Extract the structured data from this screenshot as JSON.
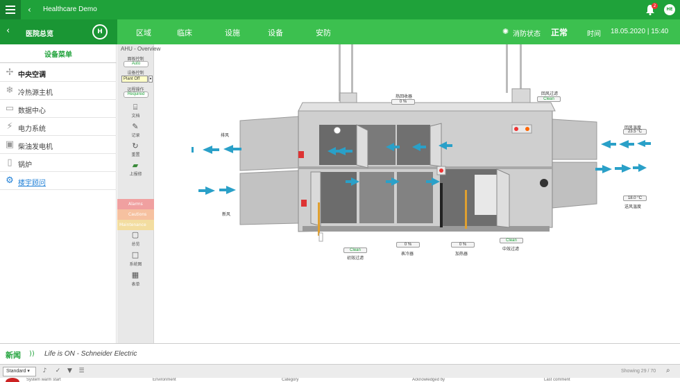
{
  "topbar": {
    "back_glyph": "‹",
    "app_title": "Healthcare Demo",
    "notification_count": "2",
    "avatar_initials": "HE"
  },
  "nav": {
    "back_glyph": "‹",
    "hospital": "医院总览",
    "logo_text": "H",
    "tabs": [
      {
        "label": "区域"
      },
      {
        "label": "临床"
      },
      {
        "label": "设施"
      },
      {
        "label": "设备"
      },
      {
        "label": "安防"
      }
    ],
    "status_label": "消防状态",
    "status_value": "正常",
    "time_label": "时间",
    "time_value": "18.05.2020 | 15:40"
  },
  "sidebar": {
    "title": "设备菜单",
    "items": [
      {
        "label": "中央空调",
        "icon": "fan-icon"
      },
      {
        "label": "冷热源主机",
        "icon": "snowflake-icon"
      },
      {
        "label": "数据中心",
        "icon": "monitor-icon"
      },
      {
        "label": "电力系统",
        "icon": "lightning-icon"
      },
      {
        "label": "柴油发电机",
        "icon": "generator-icon"
      },
      {
        "label": "锅炉",
        "icon": "boiler-icon"
      },
      {
        "label": "楼宇顾问",
        "icon": "gear-icon"
      }
    ]
  },
  "toolstrip": {
    "mode_label": "面板控制",
    "mode_value": "Auto",
    "device_label": "设备控制",
    "device_value": "Plant Off",
    "remote_label": "远程操作",
    "remote_value": "Required",
    "tools": [
      {
        "label": "文档",
        "icon": "document-icon"
      },
      {
        "label": "记录",
        "icon": "pen-icon"
      },
      {
        "label": "重置",
        "icon": "reset-icon"
      },
      {
        "label": "上报修",
        "icon": "repair-icon"
      }
    ],
    "alarms": [
      {
        "label": "Alarms",
        "color": "#f0a0a0"
      },
      {
        "label": "Cautions",
        "color": "#f6c1a0"
      },
      {
        "label": "Maintenance",
        "color": "#f3dda0"
      }
    ],
    "views": [
      {
        "label": "总览",
        "icon": "page-icon"
      },
      {
        "label": "系统图",
        "icon": "square-icon"
      },
      {
        "label": "表单",
        "icon": "grid-icon"
      }
    ]
  },
  "main": {
    "title": "AHU - Overview",
    "labels": {
      "exhaust": "排风",
      "fresh_air": "新风",
      "heat_recovery": "热回收器",
      "heat_recovery_value": "0 %",
      "return_filter": "回风过滤",
      "return_filter_value": "Clean",
      "return_temp_label": "回风温度",
      "return_temp_value": "23.5 °C",
      "supply_temp_value": "18.0 °C",
      "supply_temp_label": "送风温度",
      "primary_filter_value": "Clean",
      "primary_filter": "初效过滤",
      "cooler_value": "0 %",
      "cooler": "表冷器",
      "heater_value": "0 %",
      "heater": "加热器",
      "medium_filter_value": "Clean",
      "medium_filter": "中效过滤"
    }
  },
  "news": {
    "label": "新闻",
    "text": "Life is ON - Schneider Electric"
  },
  "alarm_toolbar": {
    "filter_value": "Standard",
    "showing": "Showing 29 / 70"
  },
  "alarm_row": {
    "cells": [
      "System warm start",
      "Environment",
      "Category",
      "Acknowledged by",
      "Last comment"
    ]
  },
  "colors": {
    "brand_green": "#1fa23a",
    "nav_green": "#3cc04f",
    "arrow_blue": "#2aa0c8"
  }
}
